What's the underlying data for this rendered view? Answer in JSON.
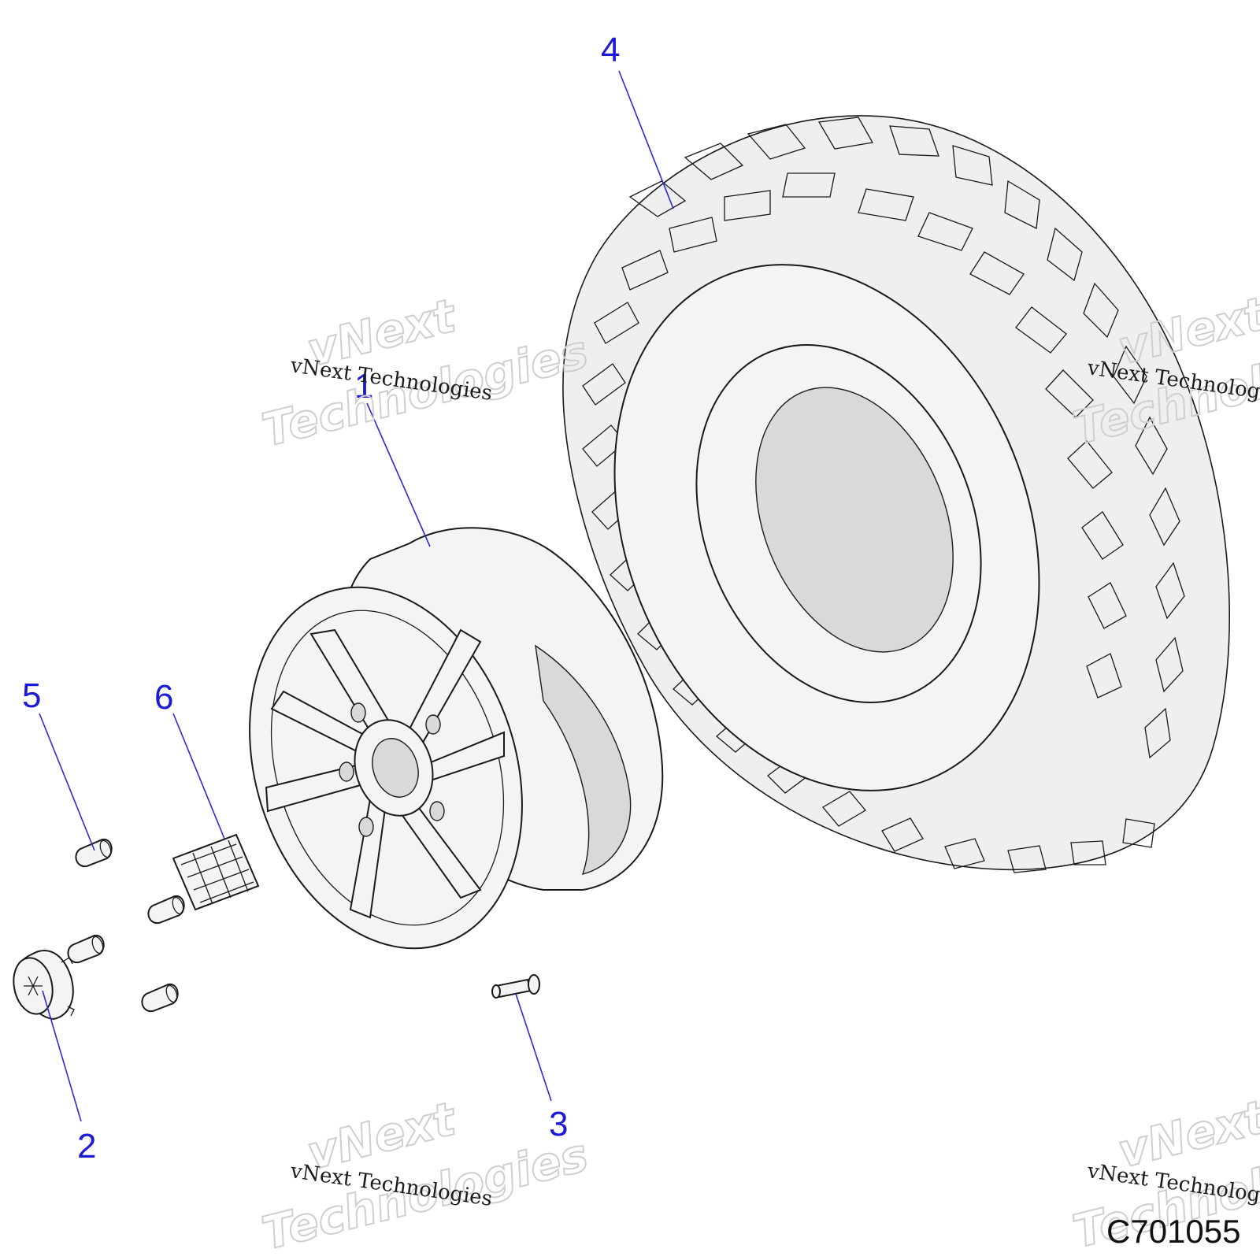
{
  "diagram": {
    "figure_number": "C701055",
    "callouts": [
      {
        "id": "1",
        "label": "1"
      },
      {
        "id": "2",
        "label": "2"
      },
      {
        "id": "3",
        "label": "3"
      },
      {
        "id": "4",
        "label": "4"
      },
      {
        "id": "5",
        "label": "5"
      },
      {
        "id": "6",
        "label": "6"
      }
    ],
    "watermark": {
      "line1": "vNext",
      "line2": "Technologies",
      "caption": "vNext Technologies"
    },
    "colors": {
      "callout": "#1b1bd6",
      "line_art": "#1a1a1a",
      "part_fill": "#f4f4f4",
      "watermark": "#cfcfcf"
    }
  }
}
